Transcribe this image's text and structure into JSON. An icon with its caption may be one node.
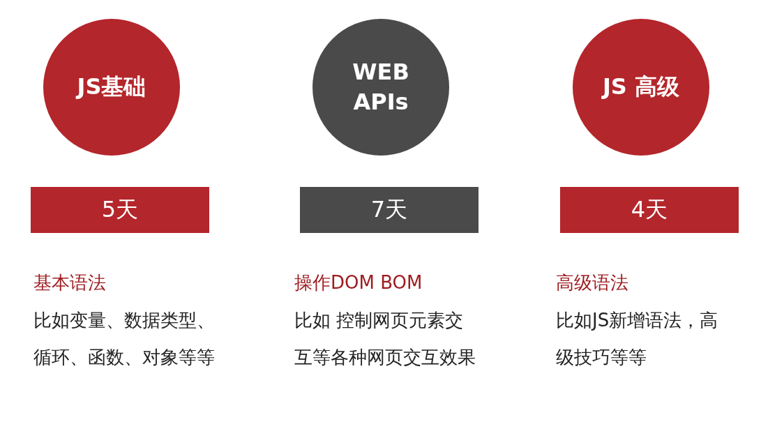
{
  "diagram": {
    "nodes": [
      {
        "text": [
          "JS基础"
        ]
      },
      {
        "text": [
          "WEB APIs"
        ]
      },
      {
        "text": [
          "JS 高级"
        ]
      },
      {
        "text": [
          "5天"
        ]
      },
      {
        "text": [
          "7天"
        ]
      },
      {
        "text": [
          "4天"
        ]
      }
    ],
    "labels": [
      "基本语法",
      "比如变量、数据类型、循环、函数、对象等等",
      "操作DOM BOM",
      "比如 控制网页元素交互等各种网页交互效果",
      "高级语法",
      "比如JS新增语法，高级技巧等等"
    ]
  }
}
